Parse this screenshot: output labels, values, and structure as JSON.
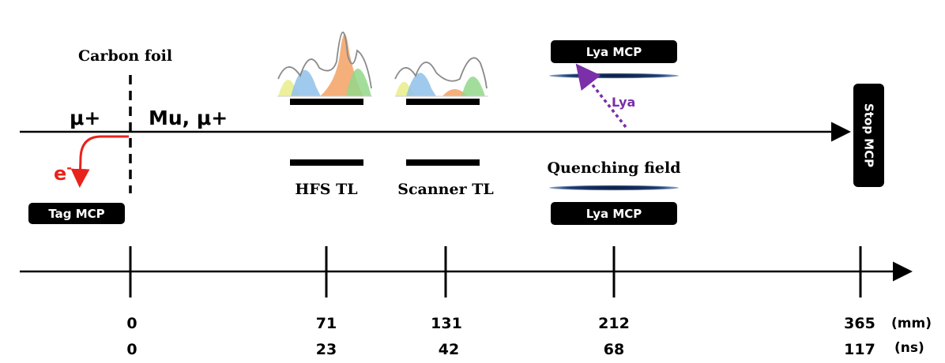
{
  "labels": {
    "carbon_foil": "Carbon foil",
    "mu_plus": "μ+",
    "mu_mu_plus": "Mu, μ+",
    "electron": "e",
    "electron_sup": "-",
    "tag_mcp": "Tag MCP",
    "hfs_tl": "HFS TL",
    "scanner_tl": "Scanner TL",
    "quenching_field": "Quenching field",
    "lya_mcp_top": "Lya MCP",
    "lya_mcp_bottom": "Lya MCP",
    "lya": "Lya",
    "stop_mcp": "Stop MCP"
  },
  "scale": {
    "ticks": [
      {
        "mm": "0",
        "ns": "0"
      },
      {
        "mm": "71",
        "ns": "23"
      },
      {
        "mm": "131",
        "ns": "42"
      },
      {
        "mm": "212",
        "ns": "68"
      },
      {
        "mm": "365",
        "ns": "117"
      }
    ],
    "unit_mm": "(mm)",
    "unit_ns": "(ns)"
  },
  "colors": {
    "electron": "#e8231b",
    "lya_arrow": "#7b2fa8",
    "beamline": "#000000",
    "electrode_edge": "#1b3a6b"
  }
}
